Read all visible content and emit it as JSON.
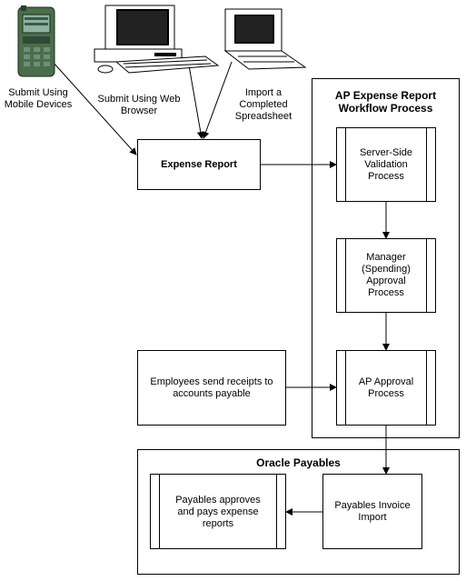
{
  "sources": {
    "mobile_label": "Submit Using Mobile Devices",
    "web_label": "Submit Using Web Browser",
    "spreadsheet_label": "Import a Completed Spreadsheet"
  },
  "expense_report": {
    "label": "Expense Report"
  },
  "workflow": {
    "title": "AP Expense Report Workflow Process",
    "steps": [
      "Server-Side Validation Process",
      "Manager (Spending) Approval Process",
      "AP Approval Process"
    ]
  },
  "receipts": {
    "label": "Employees send receipts to accounts payable"
  },
  "payables": {
    "title": "Oracle Payables",
    "invoice_import": "Payables Invoice Import",
    "approves_pays": "Payables approves and pays expense reports"
  }
}
